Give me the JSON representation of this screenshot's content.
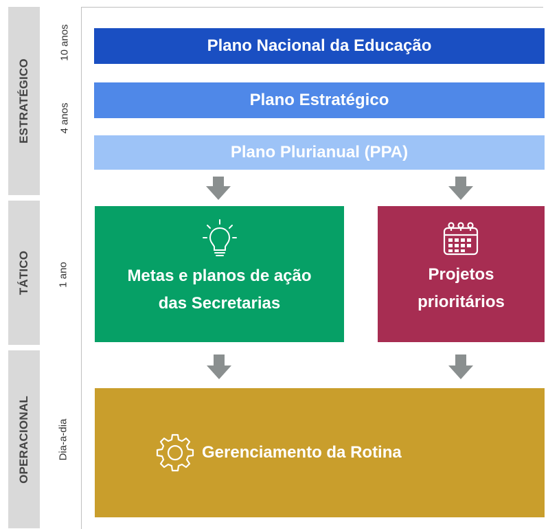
{
  "levels": {
    "strategic": "ESTRATÉGICO",
    "tactical": "TÁTICO",
    "operational": "OPERACIONAL"
  },
  "horizons": {
    "ten_years": "10 anos",
    "four_years": "4 anos",
    "one_year": "1 ano",
    "daily": "Dia-a-dia"
  },
  "plans": {
    "national": "Plano Nacional da Educação",
    "strategic": "Plano Estratégico",
    "pluriannual": "Plano Plurianual (PPA)"
  },
  "tactical_boxes": {
    "goals_line1": "Metas e planos de ação",
    "goals_line2": "das Secretarias",
    "projects_line1": "Projetos",
    "projects_line2": "prioritários"
  },
  "operational_box": {
    "label": "Gerenciamento da Rotina"
  },
  "icons": {
    "goals": "lightbulb-icon",
    "projects": "calendar-icon",
    "routine": "gear-icon"
  },
  "colors": {
    "band_gray": "#d9d9d9",
    "plan_national": "#1a4fc2",
    "plan_strategic": "#4f88e8",
    "plan_pluriannual": "#9dc3f7",
    "goals_green": "#06a066",
    "projects_maroon": "#a72d52",
    "routine_gold": "#c99e2c",
    "arrow_gray": "#8a8f8f"
  }
}
